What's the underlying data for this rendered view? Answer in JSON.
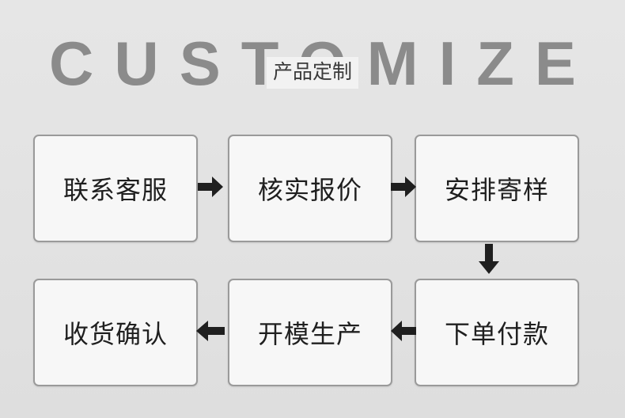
{
  "headline": {
    "text": "CUSTOMIZE"
  },
  "sub_label": {
    "text": "产品定制"
  },
  "colors": {
    "background": "#e3e3e3",
    "headline": "#8b8b8b",
    "box_fill": "#f7f7f7",
    "box_border": "#9a9a9a",
    "arrow": "#1f1f1f",
    "text": "#1f1f1f",
    "sub_label_bg": "#f2f2f2"
  },
  "flow": {
    "steps": [
      {
        "id": "step-1",
        "label": "联系客服"
      },
      {
        "id": "step-2",
        "label": "核实报价"
      },
      {
        "id": "step-3",
        "label": "安排寄样"
      },
      {
        "id": "step-4",
        "label": "下单付款"
      },
      {
        "id": "step-5",
        "label": "开模生产"
      },
      {
        "id": "step-6",
        "label": "收货确认"
      }
    ],
    "arrows": [
      {
        "id": "arrow-1",
        "direction": "right",
        "from": "step-1",
        "to": "step-2"
      },
      {
        "id": "arrow-2",
        "direction": "right",
        "from": "step-2",
        "to": "step-3"
      },
      {
        "id": "arrow-3",
        "direction": "down",
        "from": "step-3",
        "to": "step-4"
      },
      {
        "id": "arrow-4",
        "direction": "left",
        "from": "step-4",
        "to": "step-5"
      },
      {
        "id": "arrow-5",
        "direction": "left",
        "from": "step-5",
        "to": "step-6"
      }
    ]
  }
}
